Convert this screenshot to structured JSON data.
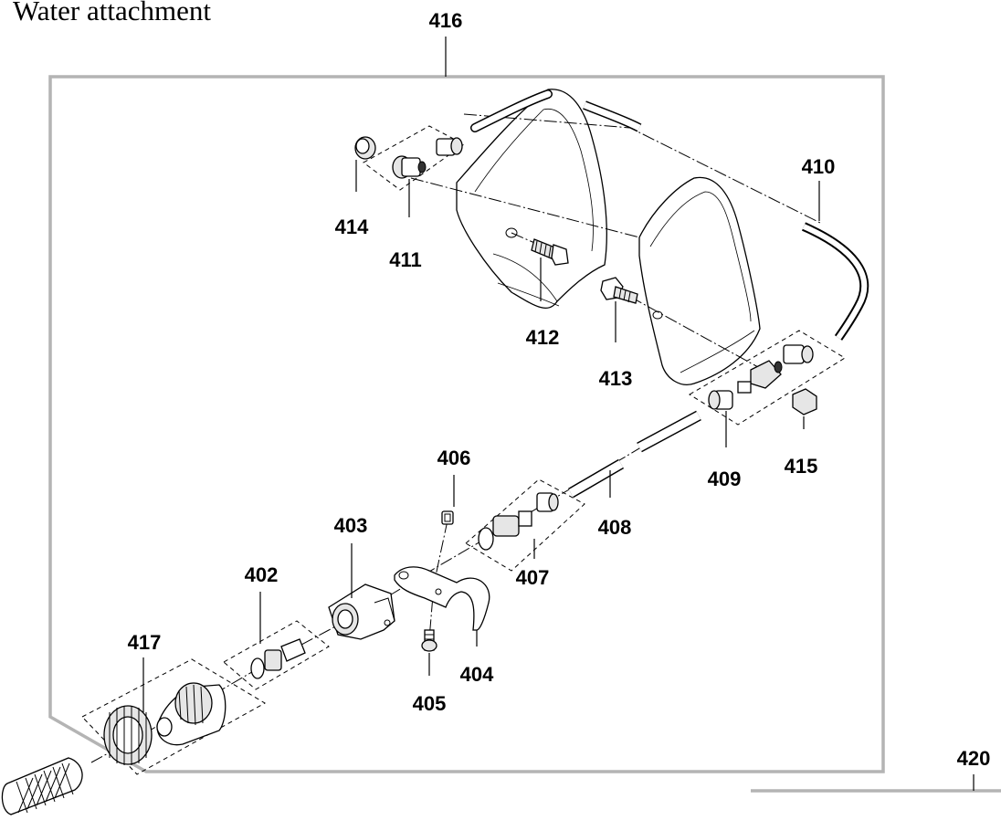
{
  "title": "Water attachment",
  "labels": {
    "l402": "402",
    "l403": "403",
    "l404": "404",
    "l405": "405",
    "l406": "406",
    "l407": "407",
    "l408": "408",
    "l409": "409",
    "l410": "410",
    "l411": "411",
    "l412": "412",
    "l413": "413",
    "l414": "414",
    "l415": "415",
    "l416": "416",
    "l417": "417",
    "l420": "420"
  }
}
